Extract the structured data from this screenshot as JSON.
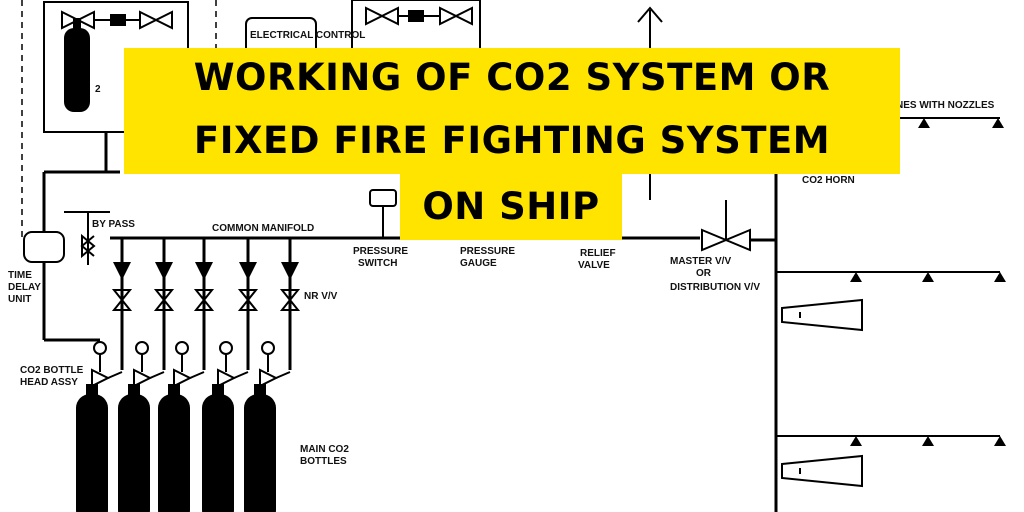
{
  "title": {
    "line1": "WORKING OF CO2 SYSTEM OR",
    "line2": "FIXED FIRE FIGHTING SYSTEM",
    "line3": "ON SHIP"
  },
  "labels": {
    "electrical_control": "ELECTRICAL CONTROL",
    "lines_with_nozzles": "NES WITH NOZZLES",
    "co2_horn": "CO2 HORN",
    "by_pass": "BY PASS",
    "common_manifold": "COMMON MANIFOLD",
    "pressure_switch_1": "PRESSURE",
    "pressure_switch_2": "SWITCH",
    "pressure_gauge_1": "PRESSURE",
    "pressure_gauge_2": "GAUGE",
    "relief_valve_1": "RELIEF",
    "relief_valve_2": "VALVE",
    "master_valve_1": "MASTER V/V",
    "master_valve_2": "OR",
    "master_valve_3": "DISTRIBUTION V/V",
    "time_delay_1": "TIME",
    "time_delay_2": "DELAY",
    "time_delay_3": "UNIT",
    "nr_valve": "NR V/V",
    "bottle_head_1": "CO2 BOTTLE",
    "bottle_head_2": "HEAD ASSY",
    "main_bottles_1": "MAIN CO2",
    "main_bottles_2": "BOTTLES",
    "pilot_num": "2"
  },
  "colors": {
    "banner": "#ffe400",
    "ink": "#000000"
  }
}
